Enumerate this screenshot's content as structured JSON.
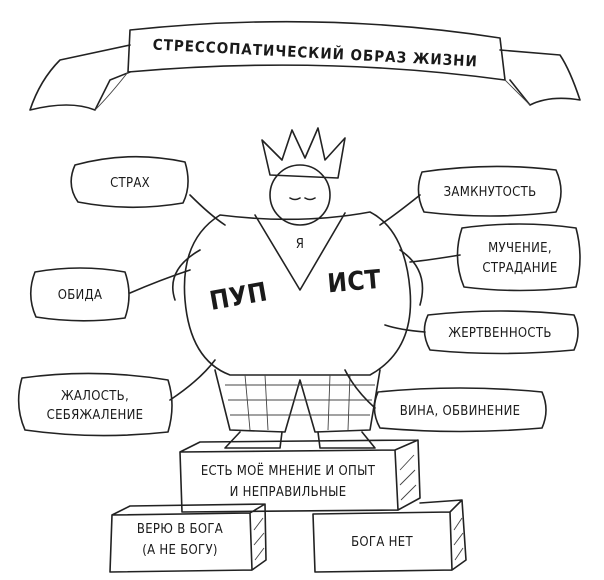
{
  "title": "СТРЕССОПАТИЧЕСКИЙ ОБРАЗ ЖИЗНИ",
  "figure": {
    "chest_letter": "Я",
    "left_belly": "ПУП",
    "right_belly": "ИСТ"
  },
  "left_bubbles": [
    {
      "lines": [
        "СТРАХ"
      ]
    },
    {
      "lines": [
        "ОБИДА"
      ]
    },
    {
      "lines": [
        "ЖАЛОСТЬ,",
        "СЕБЯЖАЛЕНИЕ"
      ]
    }
  ],
  "right_bubbles": [
    {
      "lines": [
        "ЗАМКНУТОСТЬ"
      ]
    },
    {
      "lines": [
        "МУЧЕНИЕ,",
        "СТРАДАНИЕ"
      ]
    },
    {
      "lines": [
        "ЖЕРТВЕННОСТЬ"
      ]
    },
    {
      "lines": [
        "ВИНА, ОБВИНЕНИЕ"
      ]
    }
  ],
  "bricks": {
    "top": {
      "lines": [
        "ЕСТЬ МОЁ МНЕНИЕ И ОПЫТ",
        "И НЕПРАВИЛЬНЫЕ"
      ]
    },
    "bottom_left": {
      "lines": [
        "ВЕРЮ В БОГА",
        "(А НЕ БОГУ)"
      ]
    },
    "bottom_right": {
      "lines": [
        "БОГА НЕТ"
      ]
    }
  }
}
